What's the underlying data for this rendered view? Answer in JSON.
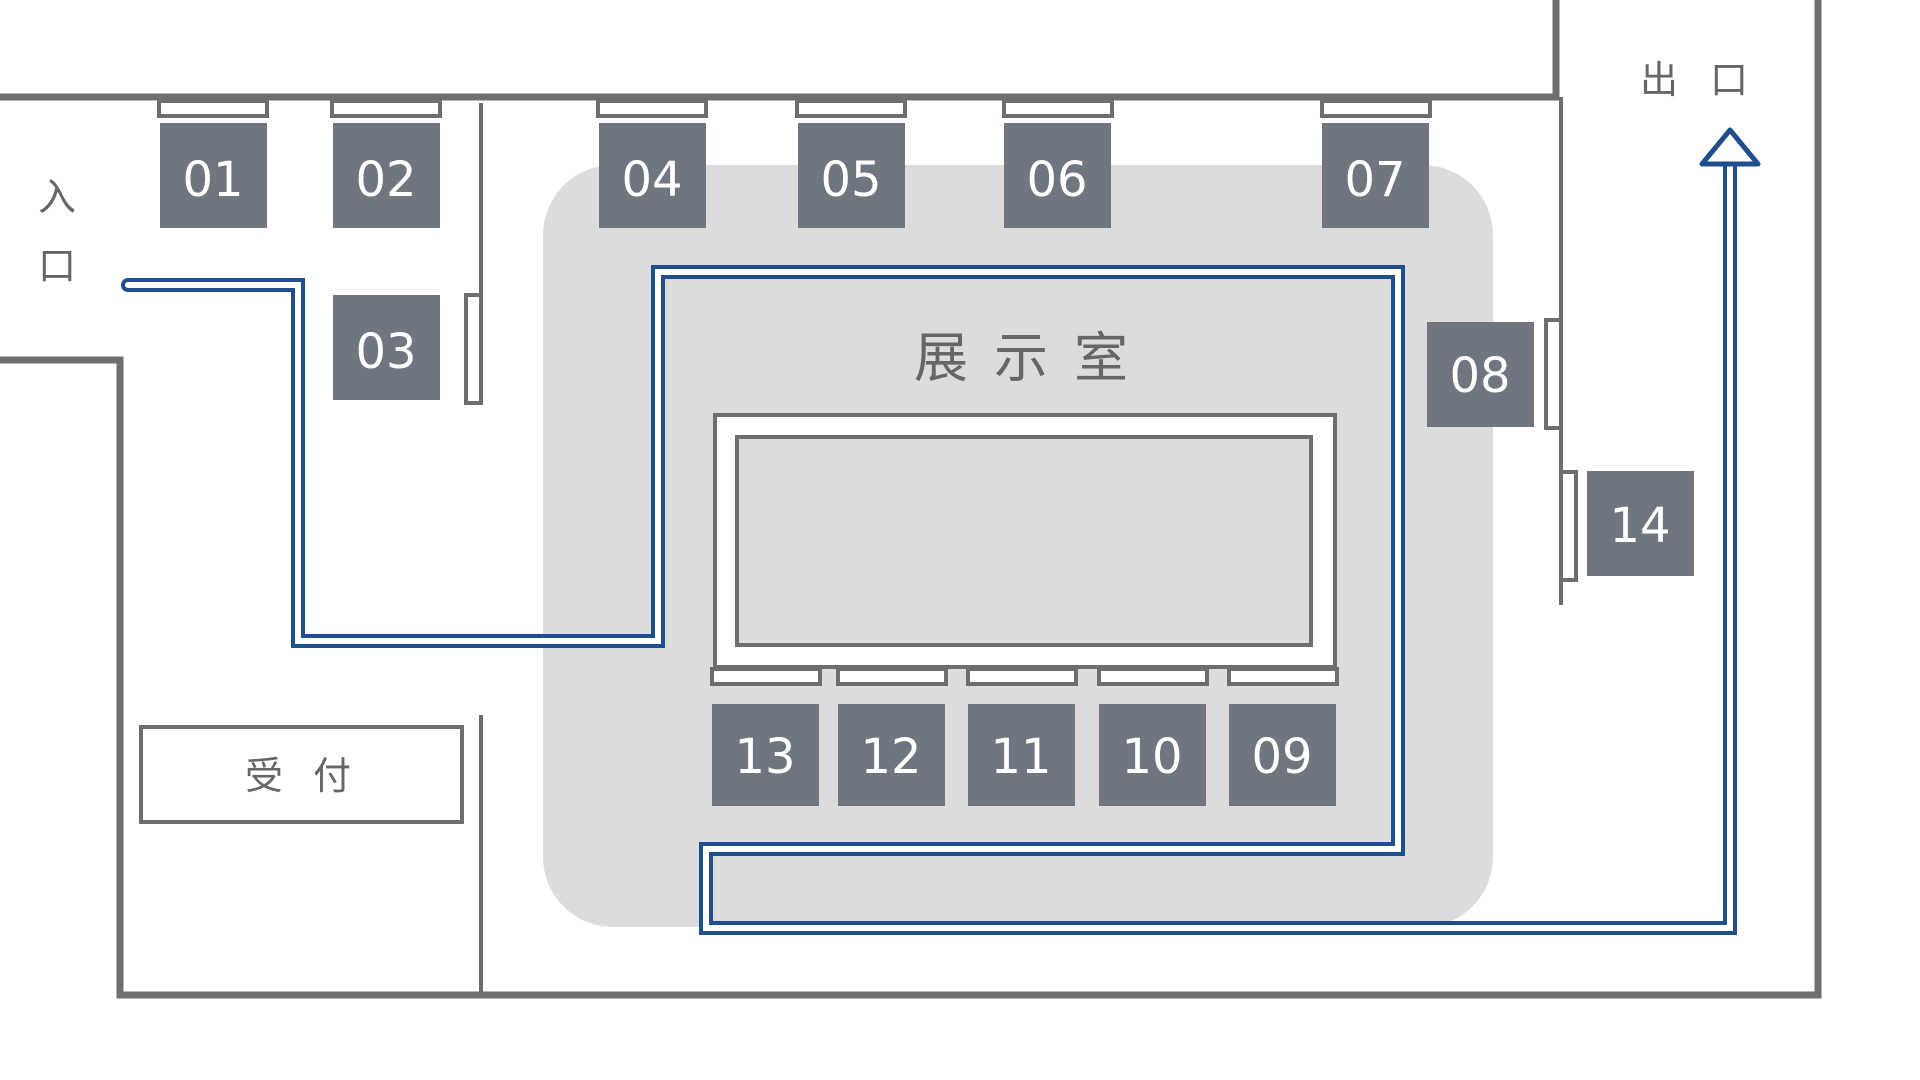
{
  "labels": {
    "entrance_1": "入",
    "entrance_2": "口",
    "exit_1": "出",
    "exit_2": "口",
    "room": "展示室",
    "reception": "受付"
  },
  "exhibits": [
    "01",
    "02",
    "03",
    "04",
    "05",
    "06",
    "07",
    "08",
    "09",
    "10",
    "11",
    "12",
    "13",
    "14"
  ],
  "colors": {
    "route": "#1f4e8c",
    "wall": "#6e6e6e",
    "exhibit": "#6f7680",
    "room_fill": "#dcdcdc"
  }
}
